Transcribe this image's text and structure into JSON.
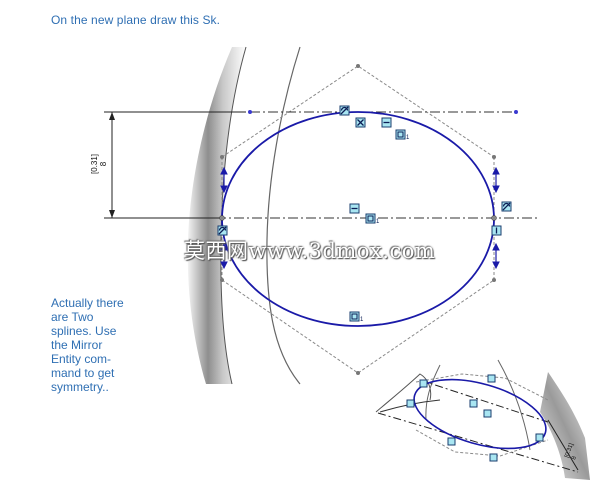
{
  "captions": {
    "title": "On the new plane draw this Sk.",
    "side_note": "Actually there\nare Two\nsplines. Use\nthe Mirror\nEntity com-\nmand to get\nsymmetry.."
  },
  "dimension": {
    "value": "[0.31]",
    "unit": "8"
  },
  "inset_dimension": {
    "value": "[0.31]",
    "unit": "8"
  },
  "watermark": "莫西网www.3dmox.com",
  "relation_labels": {
    "sub": "1"
  },
  "colors": {
    "caption": "#2f6fb3",
    "spline": "#1a1aa8",
    "relation_fill": "#a9e6f2",
    "centerline": "#333333",
    "construction": "#8a8a8a"
  },
  "icons": [
    "tangent-icon",
    "coincident-icon",
    "horizontal-icon",
    "fix-icon",
    "vertical-icon"
  ]
}
